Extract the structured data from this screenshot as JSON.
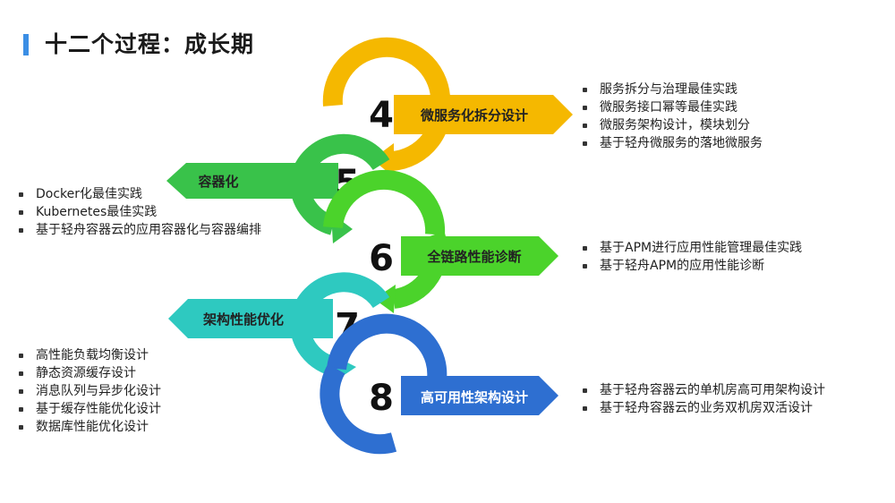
{
  "header": {
    "title": "十二个过程：成长期",
    "accent_color": "#3b8ee5"
  },
  "stages": [
    {
      "number": "4",
      "label": "微服务化拆分设计",
      "color": "#f5b800",
      "bullets": [
        "服务拆分与治理最佳实践",
        "微服务接口幂等最佳实践",
        "微服务架构设计，模块划分",
        "基于轻舟微服务的落地微服务"
      ]
    },
    {
      "number": "5",
      "label": "容器化",
      "color": "#39c24a",
      "bullets": [
        "Docker化最佳实践",
        "Kubernetes最佳实践",
        "基于轻舟容器云的应用容器化与容器编排"
      ]
    },
    {
      "number": "6",
      "label": "全链路性能诊断",
      "color": "#4bd32b",
      "bullets": [
        "基于APM进行应用性能管理最佳实践",
        "基于轻舟APM的应用性能诊断"
      ]
    },
    {
      "number": "7",
      "label": "架构性能优化",
      "color": "#2ec9c0",
      "bullets": [
        "高性能负载均衡设计",
        "静态资源缓存设计",
        "消息队列与异步化设计",
        "基于缓存性能优化设计",
        "数据库性能优化设计"
      ]
    },
    {
      "number": "8",
      "label": "高可用性架构设计",
      "color": "#2e6fd1",
      "bullets": [
        "基于轻舟容器云的单机房高可用架构设计",
        "基于轻舟容器云的业务双机房双活设计"
      ]
    }
  ]
}
